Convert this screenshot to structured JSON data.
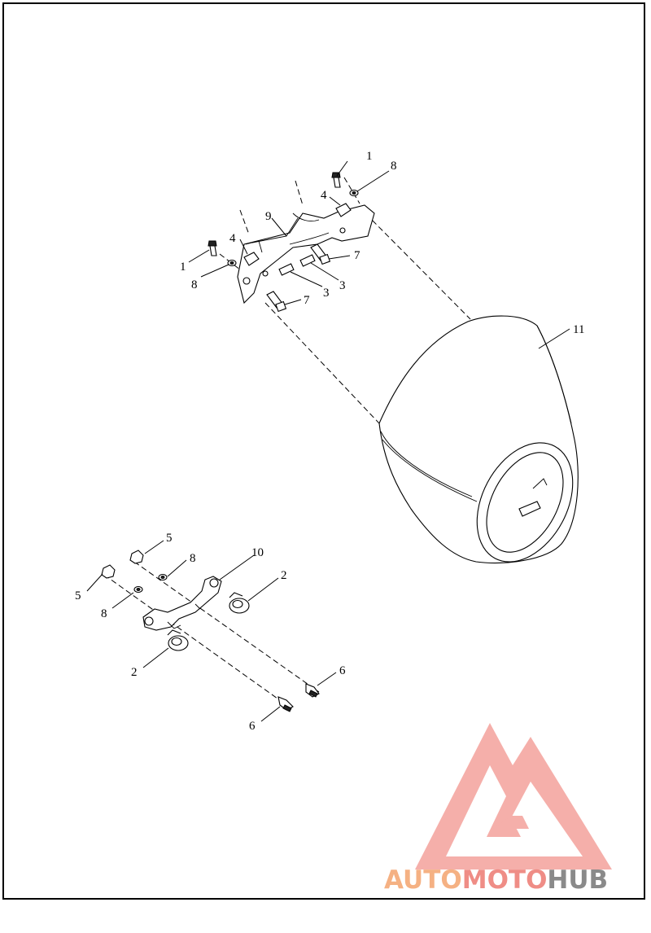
{
  "callouts": {
    "c1a": "1",
    "c1b": "1",
    "c2a": "2",
    "c2b": "2",
    "c3a": "3",
    "c3b": "3",
    "c4a": "4",
    "c4b": "4",
    "c5a": "5",
    "c5b": "5",
    "c6a": "6",
    "c6b": "6",
    "c7a": "7",
    "c7b": "7",
    "c8a": "8",
    "c8b": "8",
    "c8c": "8",
    "c8d": "8",
    "c9": "9",
    "c10": "10",
    "c11": "11"
  },
  "watermark": {
    "part1": "AUTO",
    "part2": "MOTO",
    "part3": "HUB",
    "colors": {
      "orange": "#f5b183",
      "red": "#ef8d86",
      "gray": "#8a8a8a"
    }
  }
}
